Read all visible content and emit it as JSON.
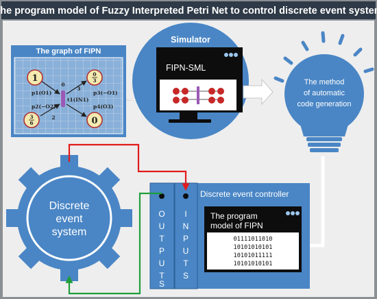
{
  "title": "The program model of Fuzzy Interpreted Petri Net to control discrete event system",
  "graph": {
    "title": "The graph of FIPN",
    "places": [
      {
        "marking": "1",
        "label": "p1(O1)"
      },
      {
        "marking_num": "3",
        "marking_den": "6",
        "label": "p2(−O2)"
      },
      {
        "marking_num": "0",
        "marking_den": "3",
        "label": "p3(−O1)"
      },
      {
        "marking": "0",
        "label": "p4(O3)"
      }
    ],
    "transition_label": "t1(IN1)",
    "arc_weights": [
      "0",
      "3",
      "2"
    ]
  },
  "simulator": {
    "title": "Simulator",
    "window_title": "FIPN-SML"
  },
  "bulb": {
    "text_lines": [
      "The method",
      "of automatic",
      "code generation"
    ]
  },
  "gear": {
    "text_lines": [
      "Discrete",
      "event",
      "system"
    ]
  },
  "controller": {
    "title": "Discrete event controller",
    "outputs_letters": [
      "O",
      "U",
      "T",
      "P",
      "U",
      "T",
      "S"
    ],
    "inputs_letters": [
      "I",
      "N",
      "P",
      "U",
      "T",
      "S"
    ],
    "program_window_lines": [
      "The program",
      "model of FIPN"
    ],
    "code_lines": [
      "01111011010",
      "10101010101",
      "10101011111",
      "10101010101"
    ]
  },
  "colors": {
    "frame": "#8a8f93",
    "title_bar": "#2e3a47",
    "accent": "#4a86c5",
    "dark": "#0d0d0d",
    "input_arrow": "#e21b1b",
    "output_arrow": "#1f9e3a",
    "transition": "#9b59b6",
    "token": "#c62828"
  }
}
